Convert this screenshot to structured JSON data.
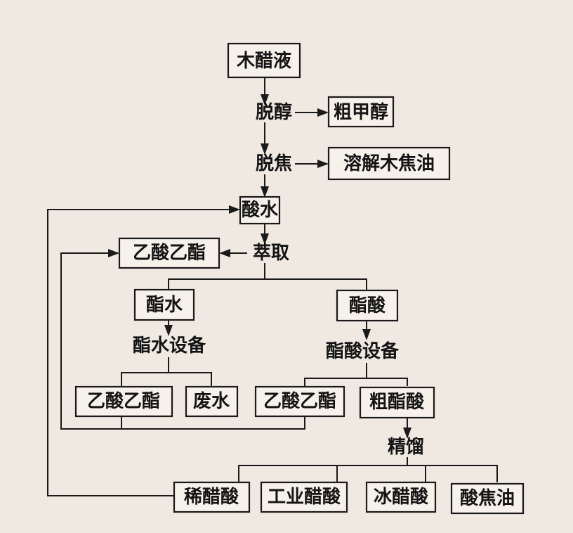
{
  "diagram": {
    "nodes": {
      "wood_vinegar": "木醋液",
      "dealcohol": "脱醇",
      "crude_methanol": "粗甲醇",
      "detar": "脱焦",
      "dissolved_tar": "溶解木焦油",
      "acid_water": "酸水",
      "ethyl_acetate_top": "乙酸乙酯",
      "extraction": "萃取",
      "ester_water": "酯水",
      "ester_acid": "酯酸",
      "ester_water_equipment": "酯水设备",
      "ester_acid_equipment": "酯酸设备",
      "ethyl_acetate_left": "乙酸乙酯",
      "waste_water": "废水",
      "ethyl_acetate_right": "乙酸乙酯",
      "crude_ester_acid": "粗酯酸",
      "rectification": "精馏",
      "dilute_acetic_acid": "稀醋酸",
      "industrial_acetic_acid": "工业醋酸",
      "glacial_acetic_acid": "冰醋酸",
      "acid_tar": "酸焦油"
    }
  }
}
